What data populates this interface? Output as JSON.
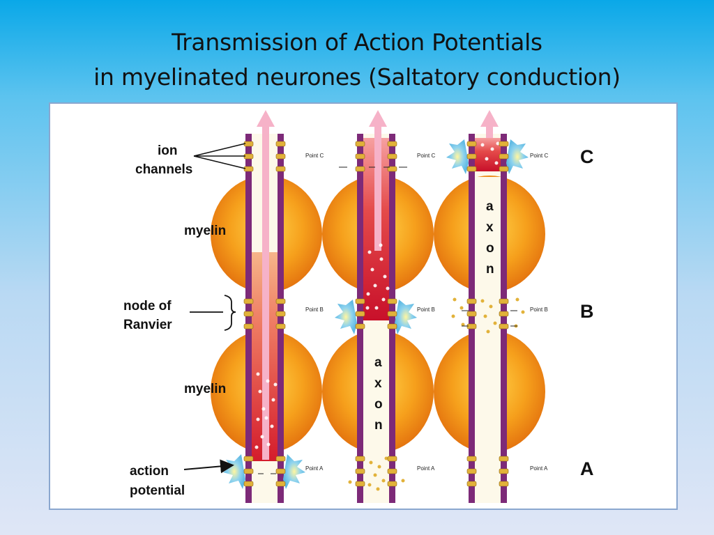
{
  "title": {
    "line1": "Transmission of Action Potentials",
    "line2": "in myelinated neurones (Saltatory conduction)"
  },
  "labels": {
    "ion_channels_1": "ion",
    "ion_channels_2": "channels",
    "myelin_top": "myelin",
    "node_1": "node of",
    "node_2": "Ranvier",
    "myelin_bottom": "myelin",
    "ap_1": "action",
    "ap_2": "potential"
  },
  "points": {
    "c": "Point C",
    "b": "Point B",
    "a": "Point A"
  },
  "row_letters": {
    "c": "C",
    "b": "B",
    "a": "A"
  },
  "axon_letters": [
    "a",
    "x",
    "o",
    "n"
  ],
  "colors": {
    "membrane": "#7d2a78",
    "myelin": "#f08a14",
    "impulse": "#d41c2c",
    "arrow": "#f4a9c4",
    "channel": "#e2b23a",
    "axon": "#fdf9ea"
  }
}
